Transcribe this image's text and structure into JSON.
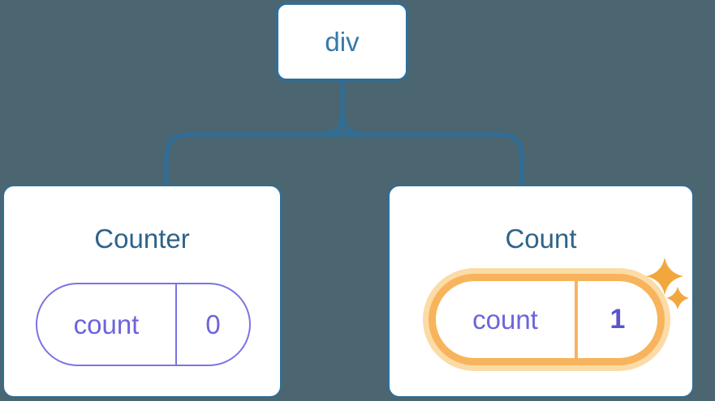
{
  "diagram": {
    "root": {
      "label": "div"
    },
    "children": [
      {
        "title": "Counter",
        "state": {
          "key": "count",
          "value": "0"
        },
        "highlighted": false
      },
      {
        "title": "Count",
        "state": {
          "key": "count",
          "value": "1"
        },
        "highlighted": true
      }
    ]
  },
  "colors": {
    "bg": "#4b6671",
    "line": "#2e6e99",
    "node-text": "#3579a8",
    "title": "#2e6389",
    "purple-border": "#7b74e3",
    "purple-text": "#6c64dc",
    "purple-value": "#5a55cd",
    "orange": "#f8b45c",
    "orange-glow": "#fbdba6",
    "sparkle": "#f2a73d",
    "card-bg": "#ffffff"
  }
}
